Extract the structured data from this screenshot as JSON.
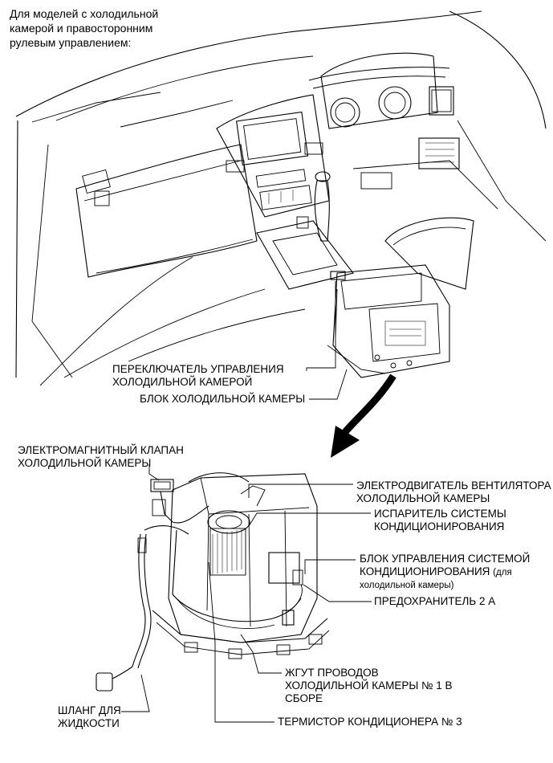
{
  "header": {
    "line1": "Для моделей с холодильной",
    "line2": "камерой и правосторонним",
    "line3": "рулевым управлением:"
  },
  "labels": {
    "switch": {
      "line1": "ПЕРЕКЛЮЧАТЕЛЬ УПРАВЛЕНИЯ",
      "line2": "ХОЛОДИЛЬНОЙ КАМЕРОЙ"
    },
    "cool_box_unit": {
      "line1": "БЛОК ХОЛОДИЛЬНОЙ КАМЕРЫ"
    },
    "solenoid_valve": {
      "line1": "ЭЛЕКТРОМАГНИТНЫЙ КЛАПАН",
      "line2": "ХОЛОДИЛЬНОЙ КАМЕРЫ"
    },
    "fan_motor": {
      "line1": "ЭЛЕКТРОДВИГАТЕЛЬ ВЕНТИЛЯТОРА",
      "line2": "ХОЛОДИЛЬНОЙ КАМЕРЫ"
    },
    "evaporator": {
      "line1": "ИСПАРИТЕЛЬ СИСТЕМЫ",
      "line2": "КОНДИЦИОНИРОВАНИЯ"
    },
    "ac_control": {
      "line1": "БЛОК УПРАВЛЕНИЯ СИСТЕМОЙ",
      "line2": "КОНДИЦИОНИРОВАНИЯ",
      "line2_suffix": "(для",
      "line3": "холодильной камеры)"
    },
    "fuse": {
      "line1": "ПРЕДОХРАНИТЕЛЬ 2 А"
    },
    "wire_harness": {
      "line1": "ЖГУТ ПРОВОДОВ",
      "line2": "ХОЛОДИЛЬНОЙ КАМЕРЫ № 1 В",
      "line3": "СБОРЕ"
    },
    "hose": {
      "line1": "ШЛАНГ ДЛЯ",
      "line2": "ЖИДКОСТИ"
    },
    "thermistor": {
      "line1": "ТЕРМИСТОР КОНДИЦИОНЕРА № 3"
    }
  }
}
